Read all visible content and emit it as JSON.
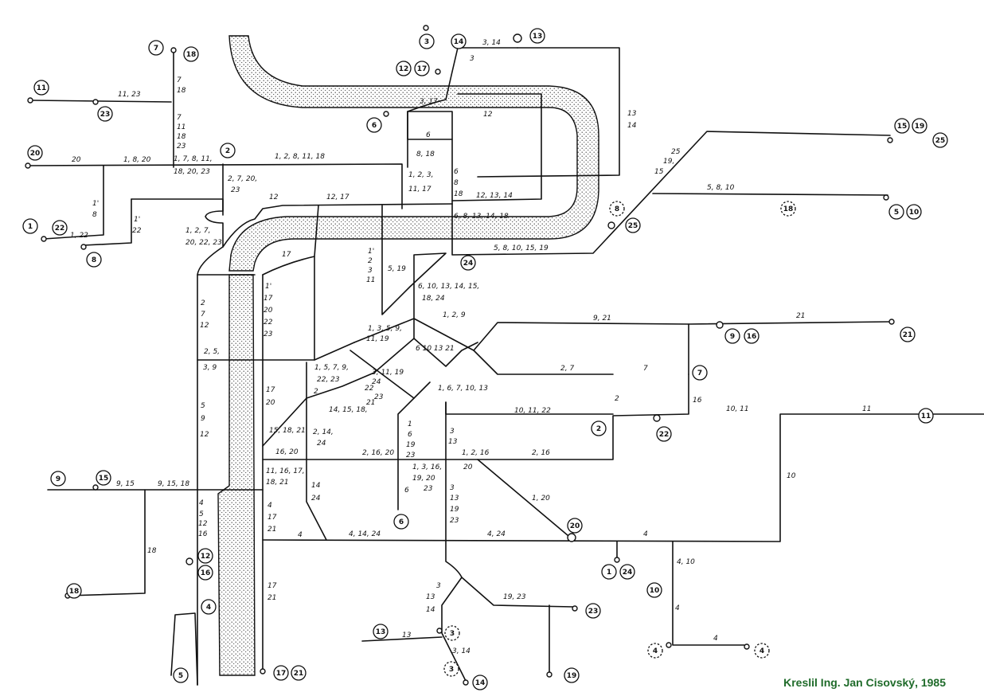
{
  "credit": "Kreslil Ing. Jan Cisovský, 1985",
  "colors": {
    "ink": "#111111",
    "background": "#ffffff",
    "credit": "#1f6b2a",
    "river_dots": "#444444"
  },
  "terminals": [
    {
      "id": "t-1",
      "n": "1"
    },
    {
      "id": "t-22a",
      "n": "22"
    },
    {
      "id": "t-8a",
      "n": "8"
    },
    {
      "id": "t-20a",
      "n": "20"
    },
    {
      "id": "t-11a",
      "n": "11"
    },
    {
      "id": "t-23a",
      "n": "23"
    },
    {
      "id": "t-7a",
      "n": "7"
    },
    {
      "id": "t-18a",
      "n": "18"
    },
    {
      "id": "t-2a",
      "n": "2"
    },
    {
      "id": "t-3a",
      "n": "3"
    },
    {
      "id": "t-14a",
      "n": "14"
    },
    {
      "id": "t-13a",
      "n": "13"
    },
    {
      "id": "t-12a",
      "n": "12"
    },
    {
      "id": "t-17a",
      "n": "17"
    },
    {
      "id": "t-6a",
      "n": "6"
    },
    {
      "id": "t-15a",
      "n": "15"
    },
    {
      "id": "t-19a",
      "n": "19"
    },
    {
      "id": "t-25a",
      "n": "25"
    },
    {
      "id": "t-8b",
      "n": "8",
      "dash": true
    },
    {
      "id": "t-25b",
      "n": "25"
    },
    {
      "id": "t-18b",
      "n": "18",
      "dash": true
    },
    {
      "id": "t-5a",
      "n": "5"
    },
    {
      "id": "t-10a",
      "n": "10"
    },
    {
      "id": "t-24a",
      "n": "24"
    },
    {
      "id": "t-21a",
      "n": "21"
    },
    {
      "id": "t-9a",
      "n": "9"
    },
    {
      "id": "t-16a",
      "n": "16"
    },
    {
      "id": "t-7b",
      "n": "7"
    },
    {
      "id": "t-11b",
      "n": "11"
    },
    {
      "id": "t-22b",
      "n": "22"
    },
    {
      "id": "t-2b",
      "n": "2"
    },
    {
      "id": "t-6b",
      "n": "6"
    },
    {
      "id": "t-9b",
      "n": "9"
    },
    {
      "id": "t-15b",
      "n": "15"
    },
    {
      "id": "t-18c",
      "n": "18"
    },
    {
      "id": "t-12b",
      "n": "12"
    },
    {
      "id": "t-16b",
      "n": "16"
    },
    {
      "id": "t-4a",
      "n": "4"
    },
    {
      "id": "t-5b",
      "n": "5"
    },
    {
      "id": "t-17b",
      "n": "17"
    },
    {
      "id": "t-21b",
      "n": "21"
    },
    {
      "id": "t-20b",
      "n": "20"
    },
    {
      "id": "t-1b",
      "n": "1"
    },
    {
      "id": "t-24b",
      "n": "24"
    },
    {
      "id": "t-10b",
      "n": "10"
    },
    {
      "id": "t-4b",
      "n": "4",
      "dash": true
    },
    {
      "id": "t-4c",
      "n": "4",
      "dash": true
    },
    {
      "id": "t-23b",
      "n": "23"
    },
    {
      "id": "t-19b",
      "n": "19"
    },
    {
      "id": "t-13b",
      "n": "13"
    },
    {
      "id": "t-3b",
      "n": "3",
      "dash": true
    },
    {
      "id": "t-3c",
      "n": "3",
      "dash": true
    },
    {
      "id": "t-14b",
      "n": "14"
    }
  ],
  "route_labels": [
    {
      "id": "l-11-23",
      "t": "11, 23"
    },
    {
      "id": "l-20",
      "t": "20"
    },
    {
      "id": "l-1-8-20",
      "t": "1, 8, 20"
    },
    {
      "id": "l-1-8-v",
      "t": "1'"
    },
    {
      "id": "l-8-v",
      "t": "8"
    },
    {
      "id": "l-1-22-v",
      "t": "1'"
    },
    {
      "id": "l-22-v",
      "t": "22"
    },
    {
      "id": "l-1-22",
      "t": "1, 22"
    },
    {
      "id": "l-7-18-a",
      "t": "7"
    },
    {
      "id": "l-7-18-b",
      "t": "18"
    },
    {
      "id": "l-v7",
      "t": "7"
    },
    {
      "id": "l-v11",
      "t": "11"
    },
    {
      "id": "l-v18",
      "t": "18"
    },
    {
      "id": "l-v23",
      "t": "23"
    },
    {
      "id": "l-1-7-8-11",
      "t": "1, 7, 8, 11,"
    },
    {
      "id": "l-18-20-23",
      "t": "18, 20, 23"
    },
    {
      "id": "l-1-2-8-11-18",
      "t": "1, 2, 8, 11, 18"
    },
    {
      "id": "l-2-7-20",
      "t": "2, 7, 20,"
    },
    {
      "id": "l-23",
      "t": "23"
    },
    {
      "id": "l-12",
      "t": "12"
    },
    {
      "id": "l-12-17",
      "t": "12, 17"
    },
    {
      "id": "l-1-2-7",
      "t": "1, 2, 7,"
    },
    {
      "id": "l-20-22-23",
      "t": "20, 22, 23"
    },
    {
      "id": "l-17",
      "t": "17"
    },
    {
      "id": "l-3-14",
      "t": "3, 14"
    },
    {
      "id": "l-3",
      "t": "3"
    },
    {
      "id": "l-3-17",
      "t": "3, 17"
    },
    {
      "id": "l-12b",
      "t": "12"
    },
    {
      "id": "l-6",
      "t": "6"
    },
    {
      "id": "l-8-18",
      "t": "8, 18"
    },
    {
      "id": "l-1-2-3",
      "t": "1, 2, 3,"
    },
    {
      "id": "l-11-17",
      "t": "11, 17"
    },
    {
      "id": "l-6v",
      "t": "6"
    },
    {
      "id": "l-8v",
      "t": "8"
    },
    {
      "id": "l-18v",
      "t": "18"
    },
    {
      "id": "l-12-13-14",
      "t": "12, 13, 14"
    },
    {
      "id": "l-6-8-13-14-18",
      "t": "6, 8, 13, 14, 18"
    },
    {
      "id": "l-13",
      "t": "13"
    },
    {
      "id": "l-14",
      "t": "14"
    },
    {
      "id": "l-25",
      "t": "25"
    },
    {
      "id": "l-19",
      "t": "19,"
    },
    {
      "id": "l-15",
      "t": "15"
    },
    {
      "id": "l-5-8-10",
      "t": "5, 8, 10"
    },
    {
      "id": "l-5-8-10-15-19",
      "t": "5, 8, 10, 15, 19"
    },
    {
      "id": "l-v1",
      "t": "1'"
    },
    {
      "id": "l-v2",
      "t": "2"
    },
    {
      "id": "l-v3",
      "t": "3"
    },
    {
      "id": "l-v11b",
      "t": "11"
    },
    {
      "id": "l-5-19",
      "t": "5, 19"
    },
    {
      "id": "l-6-10-13",
      "t": "6, 10, 13, 14, 15,"
    },
    {
      "id": "l-18-24",
      "t": "18, 24"
    },
    {
      "id": "l-1-2-9",
      "t": "1, 2, 9"
    },
    {
      "id": "l-9-21",
      "t": "9, 21"
    },
    {
      "id": "l-21",
      "t": "21"
    },
    {
      "id": "l-2-7-12",
      "t": "2"
    },
    {
      "id": "l-7b",
      "t": "7"
    },
    {
      "id": "l-12c",
      "t": "12"
    },
    {
      "id": "l-1s",
      "t": "1'"
    },
    {
      "id": "l-17s",
      "t": "17"
    },
    {
      "id": "l-20s",
      "t": "20"
    },
    {
      "id": "l-22s",
      "t": "22"
    },
    {
      "id": "l-23s",
      "t": "23"
    },
    {
      "id": "l-1-3-5-9",
      "t": "1, 3, 5, 9,"
    },
    {
      "id": "l-11-19",
      "t": "11, 19"
    },
    {
      "id": "l-6-10-13-21",
      "t": "6 10 13 21"
    },
    {
      "id": "l-2-5",
      "t": "2, 5,"
    },
    {
      "id": "l-3-9",
      "t": "3, 9"
    },
    {
      "id": "l-1-5-7-9",
      "t": "1, 5, 7, 9,"
    },
    {
      "id": "l-22-23",
      "t": "22, 23"
    },
    {
      "id": "l-2d",
      "t": "2"
    },
    {
      "id": "l-3-11-19",
      "t": "3, 11, 19"
    },
    {
      "id": "l-22-23b",
      "t": "22"
    },
    {
      "id": "l-23c",
      "t": "23"
    },
    {
      "id": "l-24",
      "t": "24"
    },
    {
      "id": "l-1-6-7-10-13",
      "t": "1, 6, 7, 10, 13"
    },
    {
      "id": "l-2-7",
      "t": "2, 7"
    },
    {
      "id": "l-7c",
      "t": "7"
    },
    {
      "id": "l-2e",
      "t": "2"
    },
    {
      "id": "l-16",
      "t": "16"
    },
    {
      "id": "l-17v",
      "t": "17"
    },
    {
      "id": "l-20v",
      "t": "20"
    },
    {
      "id": "l-v5",
      "t": "5"
    },
    {
      "id": "l-v9",
      "t": "9"
    },
    {
      "id": "l-v12",
      "t": "12"
    },
    {
      "id": "l-14-15-18",
      "t": "14, 15, 18,"
    },
    {
      "id": "l-21b",
      "t": "21"
    },
    {
      "id": "l-15-18-21",
      "t": "15, 18, 21"
    },
    {
      "id": "l-2-14",
      "t": "2, 14,"
    },
    {
      "id": "l-24b",
      "t": "24"
    },
    {
      "id": "l-16-20",
      "t": "16, 20"
    },
    {
      "id": "l-10-11-22",
      "t": "10, 11, 22"
    },
    {
      "id": "l-10-11",
      "t": "10, 11"
    },
    {
      "id": "l-11c",
      "t": "11"
    },
    {
      "id": "l-1c",
      "t": "1"
    },
    {
      "id": "l-6c",
      "t": "6"
    },
    {
      "id": "l-19c",
      "t": "19"
    },
    {
      "id": "l-23d",
      "t": "23"
    },
    {
      "id": "l-3b",
      "t": "3"
    },
    {
      "id": "l-13b",
      "t": "13"
    },
    {
      "id": "l-2-16-20",
      "t": "2, 16, 20"
    },
    {
      "id": "l-1-2-16",
      "t": "1, 2, 16"
    },
    {
      "id": "l-20b",
      "t": "20"
    },
    {
      "id": "l-2-16",
      "t": "2, 16"
    },
    {
      "id": "l-11-16-17",
      "t": "11, 16, 17,"
    },
    {
      "id": "l-18-21",
      "t": "18, 21"
    },
    {
      "id": "l-9-15",
      "t": "9, 15"
    },
    {
      "id": "l-9-15-18",
      "t": "9, 15, 18"
    },
    {
      "id": "l-1-3-16",
      "t": "1, 3, 16,"
    },
    {
      "id": "l-19-20",
      "t": "19, 20"
    },
    {
      "id": "l-23e",
      "t": "23"
    },
    {
      "id": "l-6d",
      "t": "6"
    },
    {
      "id": "l-14c",
      "t": "14"
    },
    {
      "id": "l-24c",
      "t": "24"
    },
    {
      "id": "l-4a",
      "t": "4"
    },
    {
      "id": "l-17b",
      "t": "17"
    },
    {
      "id": "l-21c",
      "t": "21"
    },
    {
      "id": "l-4b",
      "t": "4"
    },
    {
      "id": "l-4-14-24",
      "t": "4, 14, 24"
    },
    {
      "id": "l-4-24",
      "t": "4, 24"
    },
    {
      "id": "l-4c",
      "t": "4"
    },
    {
      "id": "l-v4",
      "t": "4"
    },
    {
      "id": "l-v5b",
      "t": "5"
    },
    {
      "id": "l-v12b",
      "t": "12"
    },
    {
      "id": "l-v16",
      "t": "16"
    },
    {
      "id": "l-18d",
      "t": "18"
    },
    {
      "id": "l-3c",
      "t": "3"
    },
    {
      "id": "l-13c",
      "t": "13"
    },
    {
      "id": "l-19d",
      "t": "19"
    },
    {
      "id": "l-23f",
      "t": "23"
    },
    {
      "id": "l-1-20",
      "t": "1, 20"
    },
    {
      "id": "l-10c",
      "t": "10"
    },
    {
      "id": "l-4-10",
      "t": "4, 10"
    },
    {
      "id": "l-4d",
      "t": "4"
    },
    {
      "id": "l-4e",
      "t": "4"
    },
    {
      "id": "l-19-23",
      "t": "19, 23"
    },
    {
      "id": "l-3d",
      "t": "3"
    },
    {
      "id": "l-13d",
      "t": "13"
    },
    {
      "id": "l-14d",
      "t": "14"
    },
    {
      "id": "l-13e",
      "t": "13"
    },
    {
      "id": "l-3-14b",
      "t": "3, 14"
    },
    {
      "id": "l-17c",
      "t": "17"
    },
    {
      "id": "l-21d",
      "t": "21"
    }
  ]
}
